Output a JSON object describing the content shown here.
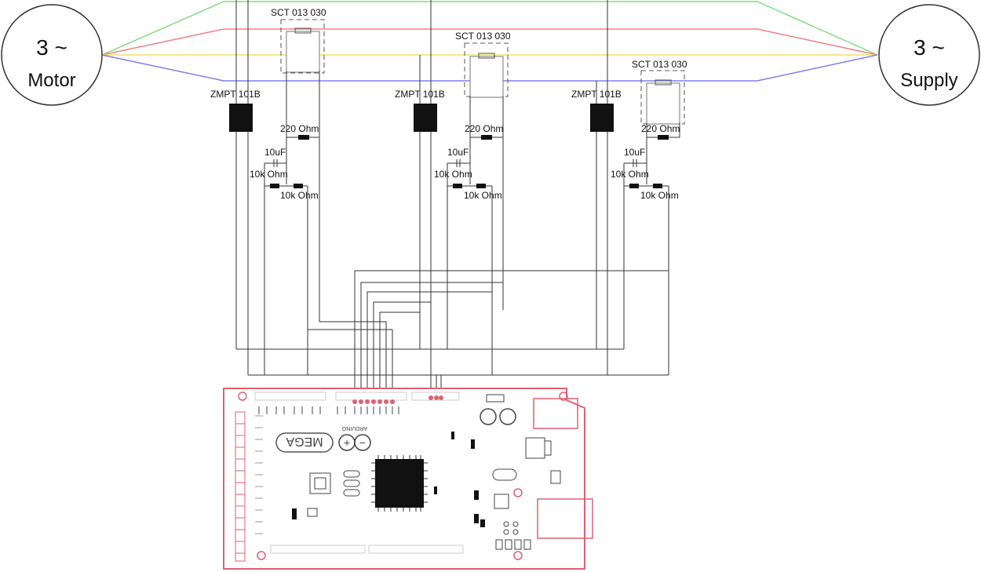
{
  "motor": {
    "line1": "3 ~",
    "line2": "Motor"
  },
  "supply": {
    "line1": "3 ~",
    "line2": "Supply"
  },
  "phases": [
    {
      "ct_label": "SCT 013 030",
      "vt_label": "ZMPT 101B",
      "r_burden": "220 Ohm",
      "cap": "10uF",
      "r_div1": "10k Ohm",
      "r_div2": "10k Ohm"
    },
    {
      "ct_label": "SCT 013 030",
      "vt_label": "ZMPT 101B",
      "r_burden": "220 Ohm",
      "cap": "10uF",
      "r_div1": "10k Ohm",
      "r_div2": "10k Ohm"
    },
    {
      "ct_label": "SCT 013 030",
      "vt_label": "ZMPT 101B",
      "r_burden": "220 Ohm",
      "cap": "10uF",
      "r_div1": "10k Ohm",
      "r_div2": "10k Ohm"
    }
  ],
  "board": {
    "logo": "MEGA",
    "brand": "ARDUINO"
  },
  "wire_colors": {
    "green": "#7fdc7f",
    "red": "#f08080",
    "yellow": "#f0e060",
    "blue": "#8080e8",
    "board": "#e06070"
  }
}
